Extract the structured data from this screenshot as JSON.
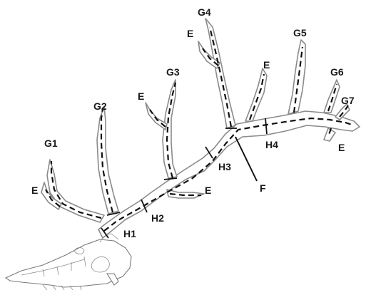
{
  "labels": {
    "g1": "G1",
    "g2": "G2",
    "g3": "G3",
    "g4": "G4",
    "g5": "G5",
    "g6": "G6",
    "g7": "G7",
    "h1": "H1",
    "h2": "H2",
    "h3": "H3",
    "h4": "H4",
    "e1": "E",
    "e2": "E",
    "e3": "E",
    "e4": "E",
    "e5": "E",
    "e6": "E",
    "f": "F"
  },
  "colors": {
    "outline": "#8a8a8a",
    "dashed_measure": "#111111",
    "label": "#1a1a1a",
    "background": "#ffffff"
  }
}
